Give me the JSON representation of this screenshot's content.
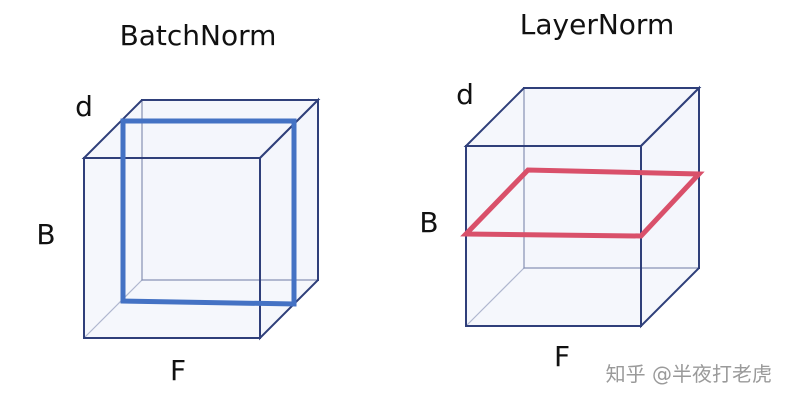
{
  "diagram": {
    "left": {
      "title": "BatchNorm",
      "axis_d": "d",
      "axis_b": "B",
      "axis_f": "F",
      "highlight_color": "#4472C4"
    },
    "right": {
      "title": "LayerNorm",
      "axis_d": "d",
      "axis_b": "B",
      "axis_f": "F",
      "highlight_color": "#D9506A"
    },
    "cube_fill": "#F3F6FB",
    "cube_stroke": "#2F3F7A"
  },
  "watermark": {
    "text": "知乎 @半夜打老虎"
  }
}
